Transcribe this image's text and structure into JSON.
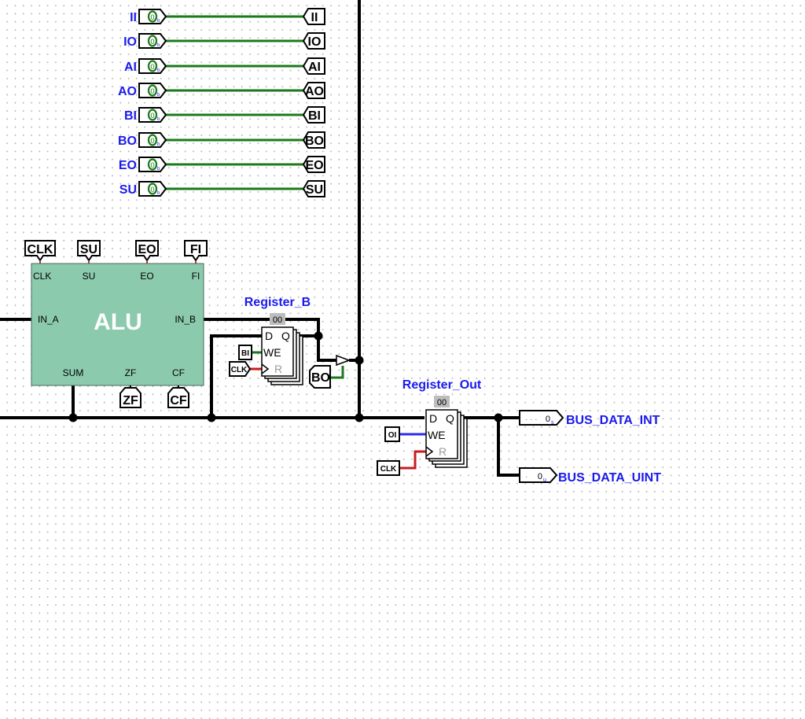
{
  "inputs": [
    {
      "label": "II",
      "value": "0",
      "radix": "b"
    },
    {
      "label": "IO",
      "value": "0",
      "radix": "b"
    },
    {
      "label": "AI",
      "value": "0",
      "radix": "b"
    },
    {
      "label": "AO",
      "value": "0",
      "radix": "b"
    },
    {
      "label": "BI",
      "value": "0",
      "radix": "b"
    },
    {
      "label": "BO",
      "value": "0",
      "radix": "b"
    },
    {
      "label": "EO",
      "value": "0",
      "radix": "b"
    },
    {
      "label": "SU",
      "value": "0",
      "radix": "b"
    }
  ],
  "alu": {
    "title": "ALU",
    "top_tags": [
      "CLK",
      "SU",
      "EO",
      "FI"
    ],
    "top_pins": [
      "CLK",
      "SU",
      "EO",
      "FI"
    ],
    "in_a": "IN_A",
    "in_b": "IN_B",
    "bottom_pins": [
      "SUM",
      "ZF",
      "CF"
    ],
    "bottom_tags": [
      "ZF",
      "CF"
    ],
    "color": "#8ccaae"
  },
  "register_b": {
    "name": "Register_B",
    "value": "00",
    "pins": {
      "d": "D",
      "q": "Q",
      "we": "WE",
      "r": "R"
    },
    "we_tag": "BI",
    "clk_tag": "CLK",
    "out_tag": "BO"
  },
  "register_out": {
    "name": "Register_Out",
    "value": "00",
    "pins": {
      "d": "D",
      "q": "Q",
      "we": "WE",
      "r": "R"
    },
    "we_tag": "OI",
    "clk_tag": "CLK"
  },
  "outputs": [
    {
      "name": "BUS_DATA_INT",
      "value": "0",
      "radix": "s"
    },
    {
      "name": "BUS_DATA_UINT",
      "value": "0",
      "radix": "u"
    }
  ],
  "colors": {
    "label_blue": "#1a1aee",
    "wire_green": "#1b7a1b",
    "wire_black": "#000000",
    "wire_blue": "#2b2bee",
    "wire_red": "#c81e1e",
    "value_gray": "#bdbdbd"
  }
}
